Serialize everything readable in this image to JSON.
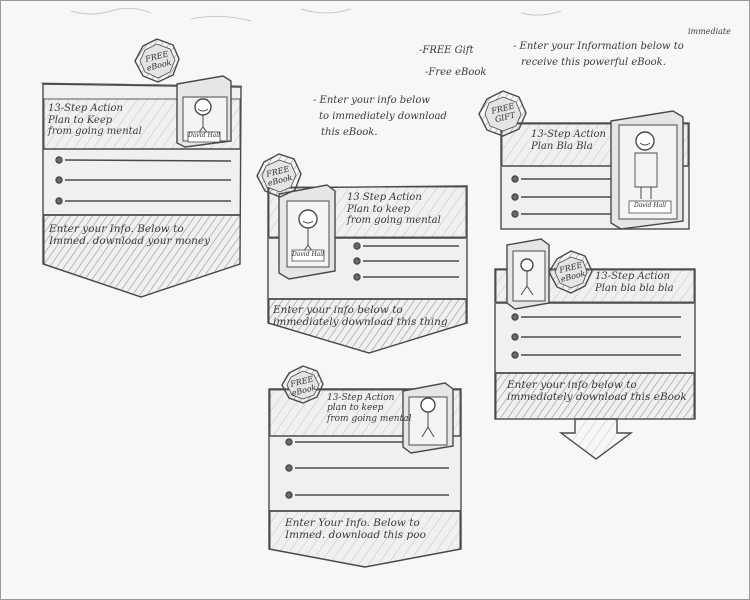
{
  "notes": {
    "gift_line": "-FREE Gift",
    "ebook_line": "-Free eBook",
    "instruction_line1": "- Enter your Information below to",
    "instruction_line2": "receive this powerful eBook.",
    "inserted_word": "immediate",
    "info_line1": "- Enter your info below",
    "info_line2": "to immediately download",
    "info_line3": "this eBook."
  },
  "badges": {
    "free_ebook": [
      "FREE",
      "eBook"
    ],
    "free_gift": [
      "FREE",
      "GIFT"
    ]
  },
  "book": {
    "author_tag": "David Hall"
  },
  "sketches": {
    "top_left": {
      "title": [
        "13-Step Action",
        "Plan to Keep",
        "from going mental"
      ],
      "cta": [
        "Enter your Info. Below to",
        "Immed. download your money"
      ]
    },
    "middle": {
      "title": [
        "13 Step Action",
        "Plan to keep",
        "from going mental"
      ],
      "cta": [
        "Enter your info below to",
        "immediately download this thing"
      ]
    },
    "bottom_middle": {
      "title": [
        "13-Step Action",
        "plan to keep",
        "from going mental"
      ],
      "cta": [
        "Enter Your Info. Below to",
        "Immed. download this poo"
      ]
    },
    "top_right": {
      "title": [
        "13-Step Action",
        "Plan Bla Bla"
      ]
    },
    "bottom_right": {
      "title": [
        "13-Step Action",
        "Plan bla bla bla"
      ],
      "cta": [
        "Enter your info below to",
        "immediately download this eBook"
      ]
    }
  },
  "colors": {
    "pencil": "#4a4a4a",
    "shade": "#b8b8b8",
    "paper": "#f7f7f5"
  }
}
